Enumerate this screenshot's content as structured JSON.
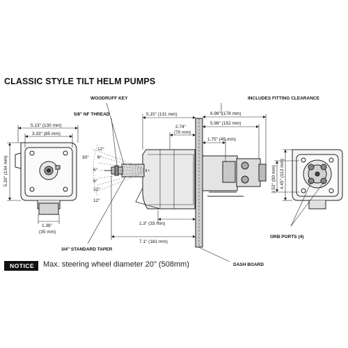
{
  "title": "CLASSIC STYLE TILT HELM PUMPS",
  "labels": {
    "woodruff_key": "WOODRUFF KEY",
    "nf_thread": "5/8\" NF THREAD",
    "includes_fitting": "INCLUDES FITTING CLEARANCE",
    "taper": "3/4\" STANDARD TAPER",
    "orb_ports": "ORB PORTS (4)",
    "dash_board": "DASH BOARD"
  },
  "dimensions": {
    "w_513": "5.13\" (130 mm)",
    "w_333": "3.33\" (85 mm)",
    "h_520": "5.20\" (134 mm)",
    "w_138a": "1.38\"",
    "w_138b": "(35 mm)",
    "d_515": "5.15\" (131 mm)",
    "d_274a": "2.74\"",
    "d_274b": "(70 mm)",
    "d_175": "1.75\" (45 mm)",
    "d_698": "6.98\" (178 mm)",
    "d_598": "5.98\" (152 mm)",
    "d_13": "1.3\" (33 mm)",
    "d_71": "7.1\" (181 mm)",
    "h_445": "4.45\" (113 mm)",
    "h_353": "3.53\" (90 mm)"
  },
  "angles": [
    "30°",
    "12°",
    "6°",
    "6°",
    "6°",
    "12°",
    "12°"
  ],
  "notice": {
    "badge": "NOTICE",
    "text": "Max. steering wheel diameter 20\" (508mm)"
  }
}
